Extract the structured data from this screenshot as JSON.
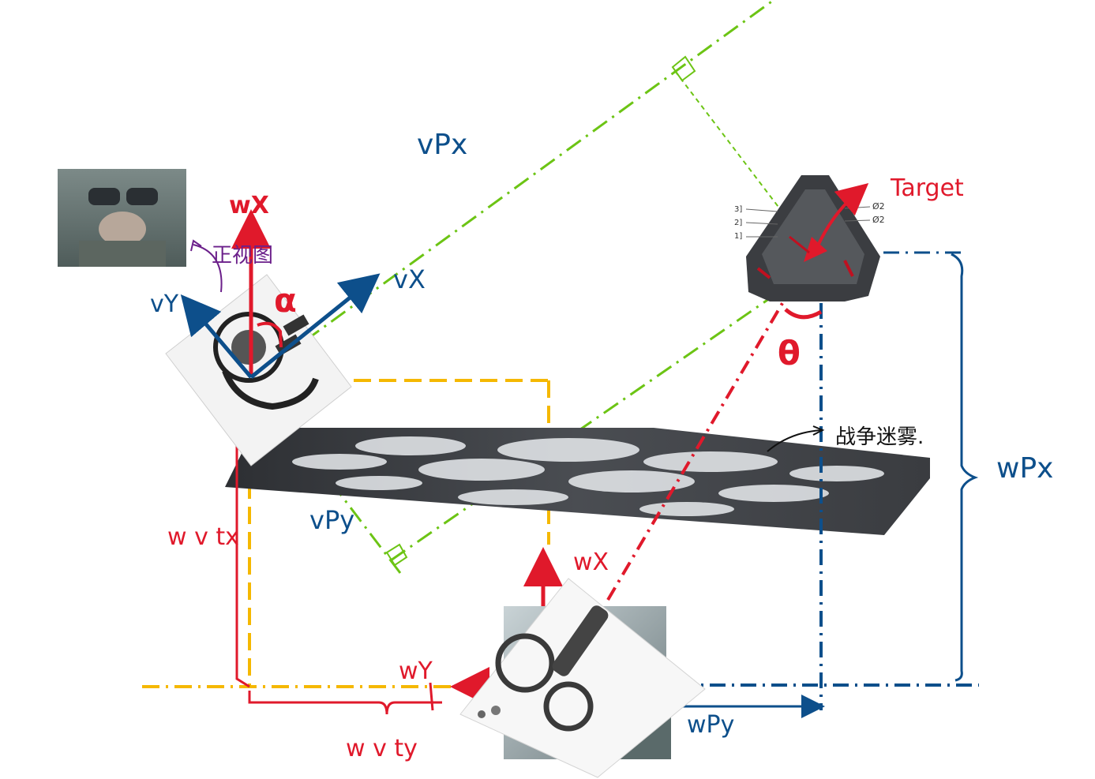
{
  "labels": {
    "observer_x": "wX",
    "observer_y": "vY",
    "view_x": "vX",
    "alpha": "α",
    "front_view": "正视图",
    "vpx": "vPx",
    "vpy": "vPy",
    "target": "Target",
    "theta": "θ",
    "fog": "战争迷雾.",
    "wpx": "wPx",
    "wpy": "wPy",
    "wx_cannon": "wX",
    "wy_cannon": "wY",
    "vtx": "w v tx",
    "vty": "w v ty",
    "fort_label_3": "3]",
    "fort_label_2": "2]",
    "fort_label_1": "1]",
    "fort_phi_1": "Ø2",
    "fort_phi_2": "Ø2"
  },
  "colors": {
    "red": "#e0192b",
    "blue": "#0d4f8b",
    "green": "#6cc414",
    "yellow": "#f5b800",
    "purple": "#6b1f8a",
    "dark": "#222222"
  },
  "icons": [
    "observer-photo",
    "soldier-top-view",
    "fog-plane",
    "fortress-drawing",
    "cannon-image",
    "soldier-photo"
  ]
}
